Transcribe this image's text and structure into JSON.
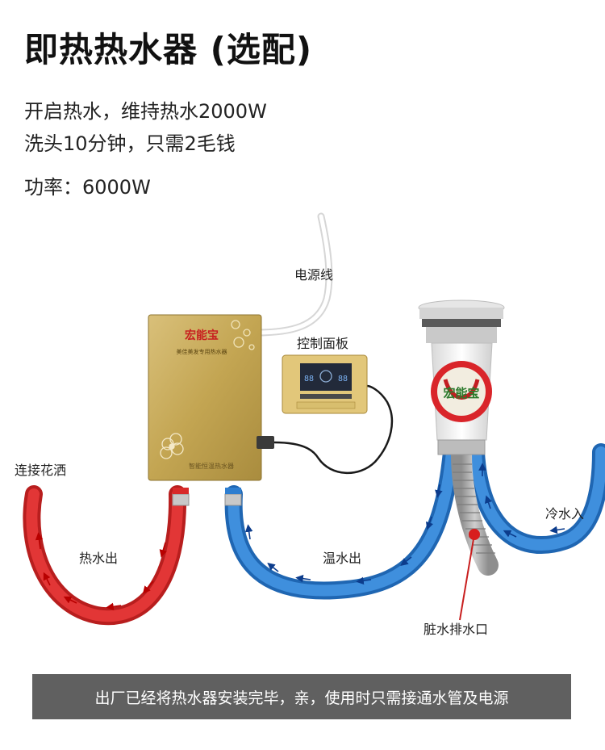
{
  "title": "即热热水器 (选配)",
  "subtitle_lines": [
    "开启热水，维持热水2000W",
    "洗头10分钟，只需2毛钱",
    "功率：6000W"
  ],
  "labels": {
    "power_cord": "电源线",
    "control_panel": "控制面板",
    "connect_shower": "连接花洒",
    "hot_water_out": "热水出",
    "warm_water_out": "温水出",
    "cold_water_in": "冷水入",
    "dirty_drain": "脏水排水口"
  },
  "heater_brand": "宏能宝",
  "heater_subtitle": "美佳美发专用热水器",
  "heater_bottom_text": "智能恒温热水器",
  "drain_brand": "宏能宝",
  "panel_display": "88",
  "footer_banner": "出厂已经将热水器安装完毕，亲，使用时只需接通水管及电源",
  "colors": {
    "heater_gold": "#C8AD5C",
    "hot_hose_red": "#D82A2A",
    "water_hose_blue": "#2E7ED0",
    "drain_grey": "#A8A8A8",
    "banner_bg": "#606060"
  }
}
